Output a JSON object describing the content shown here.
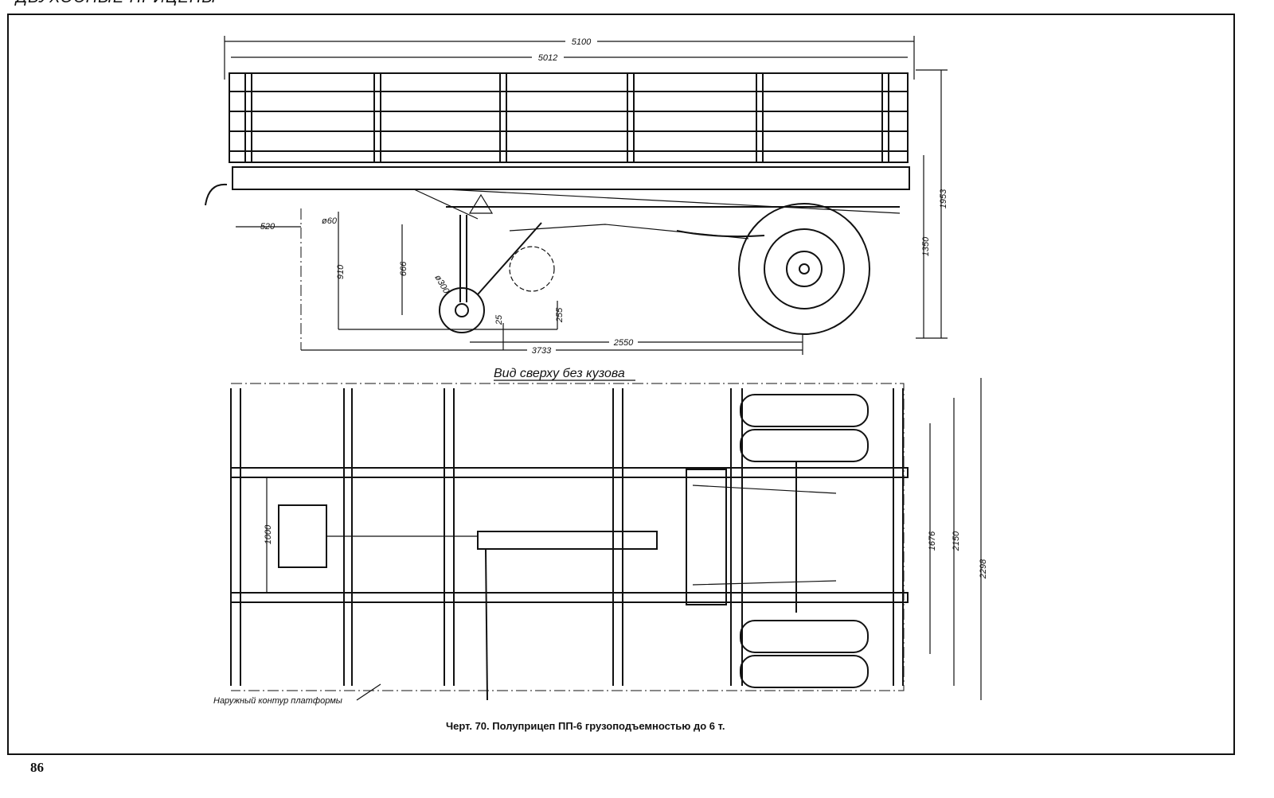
{
  "header": "ДВУХОСНЫЕ ПРИЦЕПЫ",
  "page_number": "86",
  "side_view": {
    "dims": {
      "d5100": "5100",
      "d5012": "5012",
      "d1953": "1953",
      "d1350": "1350",
      "d520": "520",
      "d60": "ø60",
      "d910": "910",
      "d666": "666",
      "d300": "ø300",
      "d255": "255",
      "d25": "25",
      "d2550": "2550",
      "d3733": "3733"
    }
  },
  "top_view": {
    "title": "Вид сверху без кузова",
    "dims": {
      "d1000": "1000",
      "d1676": "1676",
      "d2150": "2150",
      "d2298": "2298"
    },
    "platform_label": "Наружный контур платформы"
  },
  "caption": "Черт. 70. Полуприцеп ПП-6 грузоподъемностью до 6 т."
}
